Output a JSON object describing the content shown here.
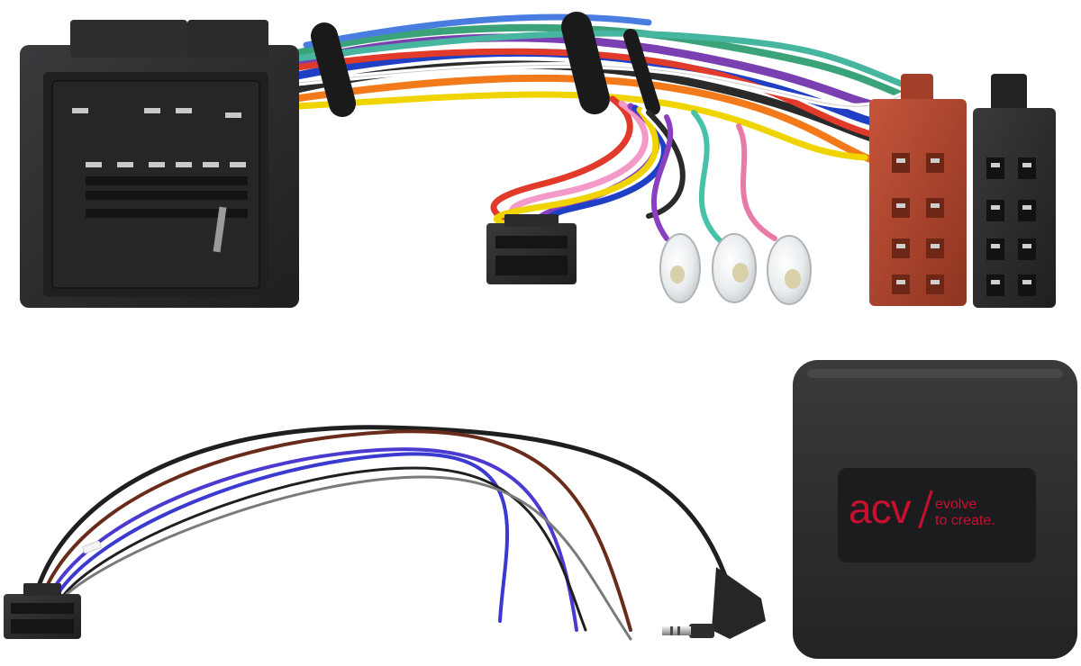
{
  "image": {
    "background": "#ffffff"
  },
  "colors": {
    "connector_black": "#2b2b2d",
    "iso_red": "#b4452c",
    "logo_red": "#c8102e",
    "box_black": "#2e2e30"
  },
  "module": {
    "logo_text": "acv",
    "slogan_line1": "evolve",
    "slogan_line2": "to create."
  }
}
